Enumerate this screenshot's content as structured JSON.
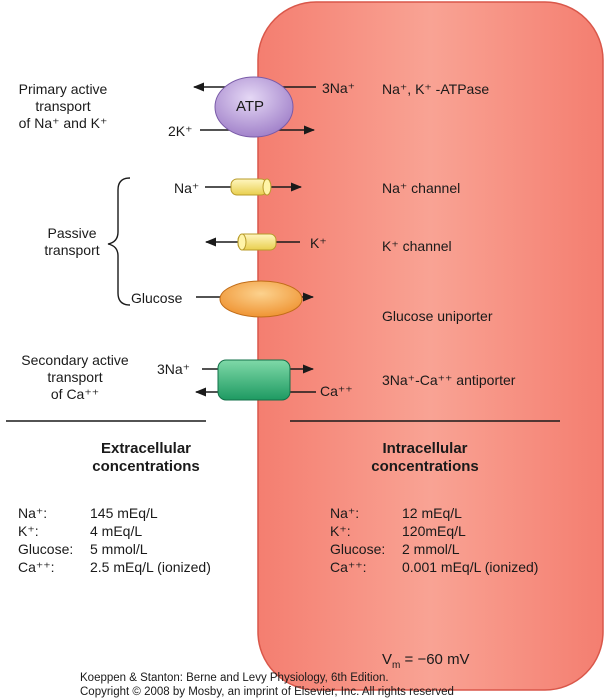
{
  "left_labels": {
    "primary": [
      "Primary active",
      "transport",
      "of Na⁺ and K⁺"
    ],
    "passive": [
      "Passive",
      "transport"
    ],
    "secondary": [
      "Secondary active",
      "transport",
      "of Ca⁺⁺"
    ]
  },
  "transporters": {
    "atpase": {
      "symbol": "ATP",
      "in_ion": "3Na⁺",
      "out_ion": "2K⁺",
      "name": "Na⁺, K⁺ -ATPase"
    },
    "na_channel": {
      "ion": "Na⁺",
      "name": "Na⁺ channel"
    },
    "k_channel": {
      "ion": "K⁺",
      "name": "K⁺ channel"
    },
    "glucose": {
      "ion": "Glucose",
      "name": "Glucose uniporter"
    },
    "antiporter": {
      "in_ion": "3Na⁺",
      "out_ion": "Ca⁺⁺",
      "name": "3Na⁺-Ca⁺⁺ antiporter"
    }
  },
  "extracellular": {
    "title": [
      "Extracellular",
      "concentrations"
    ],
    "rows": [
      {
        "ion": "Na⁺:",
        "value": "145 mEq/L"
      },
      {
        "ion": "K⁺:",
        "value": "4 mEq/L"
      },
      {
        "ion": "Glucose:",
        "value": "5 mmol/L"
      },
      {
        "ion": "Ca⁺⁺:",
        "value": "2.5 mEq/L (ionized)"
      }
    ]
  },
  "intracellular": {
    "title": [
      "Intracellular",
      "concentrations"
    ],
    "rows": [
      {
        "ion": "Na⁺:",
        "value": "12 mEq/L"
      },
      {
        "ion": "K⁺:",
        "value": "120mEq/L"
      },
      {
        "ion": "Glucose:",
        "value": "2 mmol/L"
      },
      {
        "ion": "Ca⁺⁺:",
        "value": "0.001 mEq/L (ionized)"
      }
    ]
  },
  "vm": {
    "prefix": "V",
    "sub": "m",
    "value": " = −60 mV"
  },
  "credit": [
    "Koeppen & Stanton: Berne and Levy Physiology, 6th Edition.",
    "Copyright © 2008 by Mosby, an imprint of Elsevier, Inc. All rights reserved"
  ],
  "colors": {
    "cell_fill": "#f27d6c",
    "atp_fill": "#b69ad6",
    "channel_fill": "#f6e48a",
    "uniporter_fill": "#f5a54a",
    "antiporter_fill": "#3bb880"
  }
}
